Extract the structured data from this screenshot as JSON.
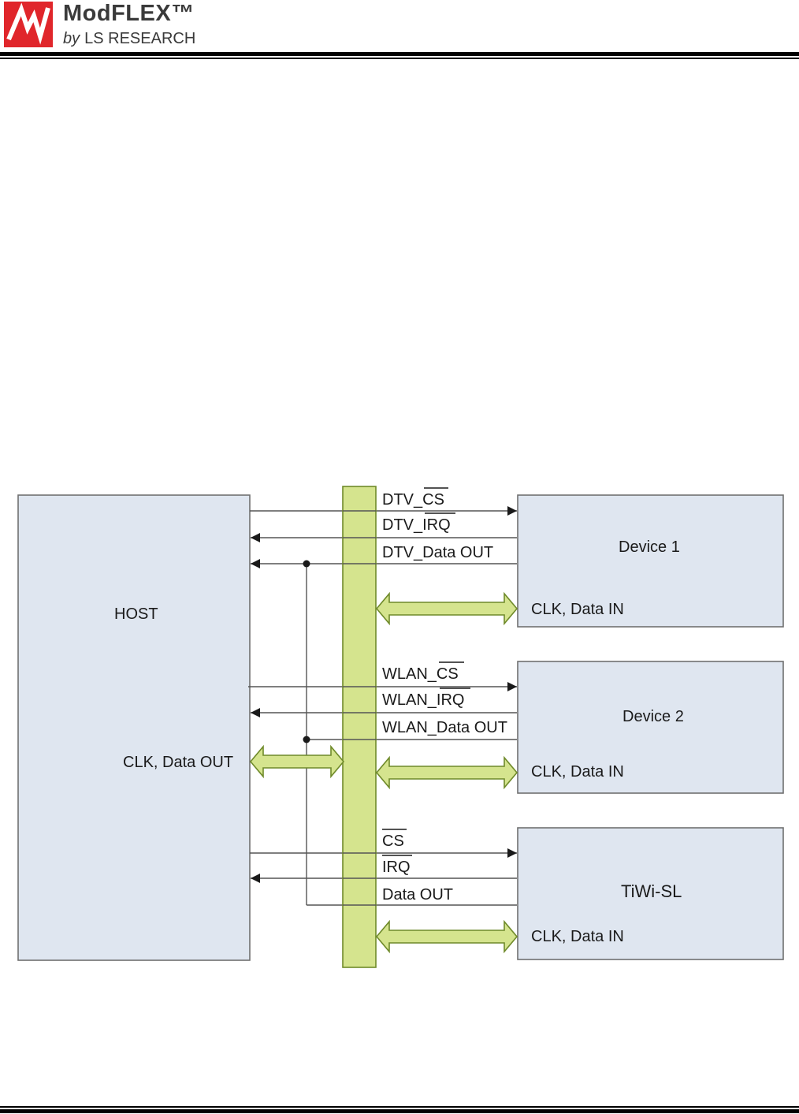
{
  "header": {
    "brand_name": "ModFLEX™",
    "brand_by": "by",
    "brand_company": "LS RESEARCH",
    "logo_icon": "lsr-logo-icon",
    "logo_color": "#e0262b"
  },
  "diagram": {
    "host_label": "HOST",
    "host_clk_label": "CLK, Data OUT",
    "devices": [
      {
        "name": "Device 1",
        "clk_label": "CLK, Data IN",
        "signals": [
          {
            "prefix": "DTV_",
            "overbar": "CS"
          },
          {
            "prefix": "DTV_",
            "overbar": "IRQ"
          },
          {
            "prefix": "DTV_Data OUT",
            "overbar": ""
          }
        ]
      },
      {
        "name": "Device 2",
        "clk_label": "CLK, Data IN",
        "signals": [
          {
            "prefix": "WLAN_",
            "overbar": "CS"
          },
          {
            "prefix": "WLAN_",
            "overbar": "IRQ"
          },
          {
            "prefix": "WLAN_Data OUT",
            "overbar": ""
          }
        ]
      },
      {
        "name": "TiWi-SL",
        "clk_label": "CLK, Data IN",
        "signals": [
          {
            "prefix": "",
            "overbar": "CS"
          },
          {
            "prefix": "",
            "overbar": "IRQ"
          },
          {
            "prefix": "Data OUT",
            "overbar": ""
          }
        ]
      }
    ],
    "colors": {
      "box_fill": "#dfe6f0",
      "bus_fill": "#d5e48e"
    }
  }
}
